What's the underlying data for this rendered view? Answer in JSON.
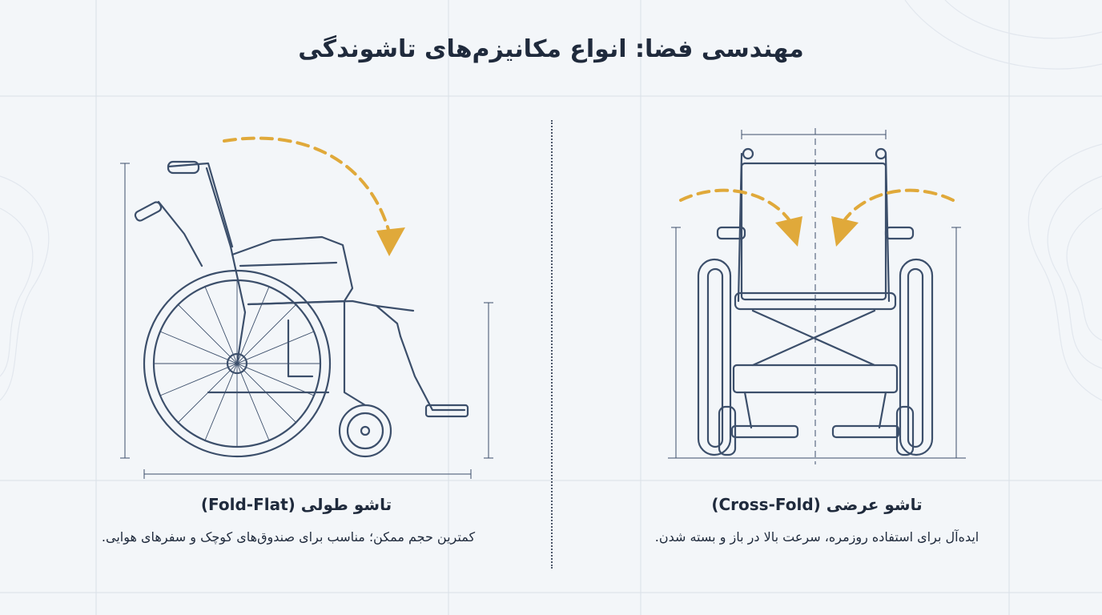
{
  "page_title": "مهندسی فضا: انواع مکانیزم‌های تاشوندگی",
  "panels": [
    {
      "id": "cross-fold",
      "heading": "تاشو عرضی (Cross-Fold)",
      "description": "ایده‌آل برای استفاده روزمره، سرعت بالا در باز و بسته شدن."
    },
    {
      "id": "fold-flat",
      "heading": "تاشو طولی (Fold-Flat)",
      "description": "کمترین حجم ممکن؛ مناسب برای صندوق‌های کوچک و سفرهای هوایی."
    }
  ],
  "colors": {
    "ink": "#1f2a3c",
    "accent": "#e0a93a",
    "line": "#3c4f6b",
    "background": "#f3f6f9"
  }
}
